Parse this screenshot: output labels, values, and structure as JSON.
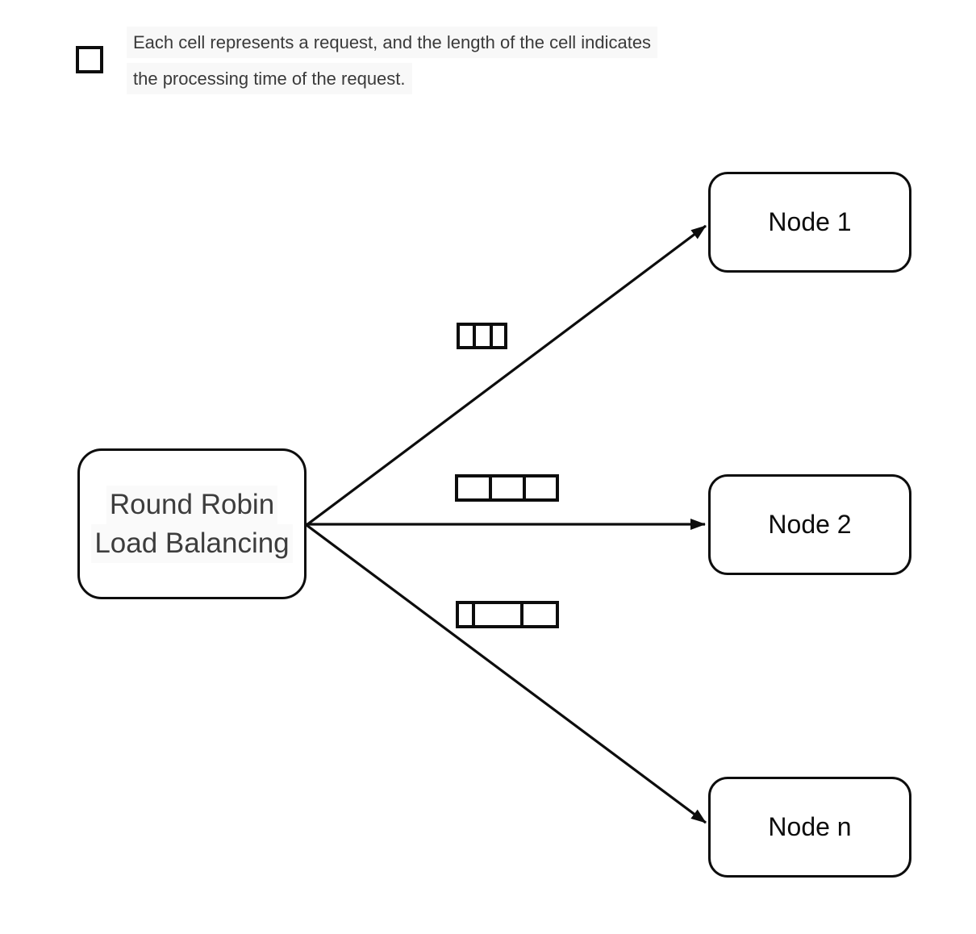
{
  "legend": {
    "line1": "Each cell represents a request, and the length of the cell indicates",
    "line2": "the processing time of the request."
  },
  "diagram": {
    "balancer": {
      "line1": "Round Robin",
      "line2": "Load Balancing"
    },
    "nodes": [
      {
        "label": "Node 1"
      },
      {
        "label": "Node 2"
      },
      {
        "label": "Node n"
      }
    ],
    "queues": [
      {
        "target": "Node 1",
        "cells": [
          20,
          21,
          18
        ]
      },
      {
        "target": "Node 2",
        "cells": [
          42,
          43,
          41
        ]
      },
      {
        "target": "Node n",
        "cells": [
          18,
          63,
          45
        ]
      }
    ]
  },
  "colors": {
    "background": "#ffffff",
    "stroke": "#0d0d0d",
    "balancer_text": "#3d3d3d",
    "node_text": "#0d0d0d",
    "legend_text": "#3a3a3a",
    "text_highlight": "#f8f8f8"
  }
}
